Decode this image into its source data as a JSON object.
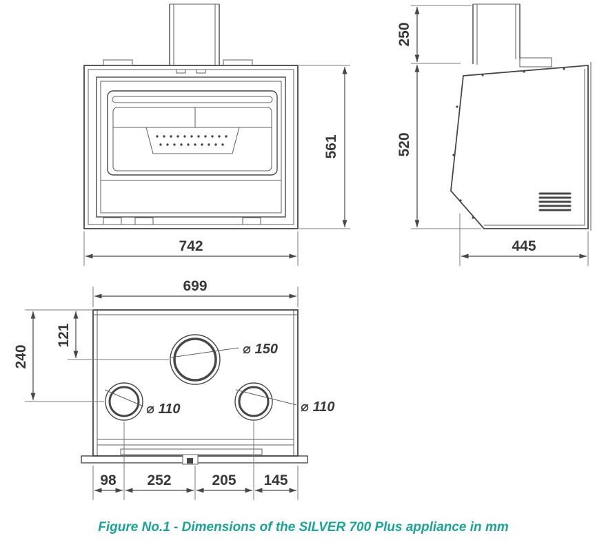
{
  "figure": {
    "caption": "Figure No.1 - Dimensions of the SILVER 700 Plus appliance in mm",
    "units": "mm"
  },
  "colors": {
    "caption": "#1aa396",
    "line": "#474747",
    "dim_text": "#383838"
  },
  "front_view": {
    "width_mm": "742",
    "height_mm": "561"
  },
  "side_view": {
    "chimney_height_mm": "250",
    "body_height_mm": "520",
    "depth_mm": "445"
  },
  "top_view": {
    "width_mm": "699",
    "flue_center_offset_mm": "121",
    "ports_center_offset_mm": "240",
    "flue_diameter": "⌀ 150",
    "left_port_diameter": "⌀ 110",
    "right_port_diameter": "⌀ 110",
    "spacing_mm": [
      "98",
      "252",
      "205",
      "145"
    ]
  }
}
